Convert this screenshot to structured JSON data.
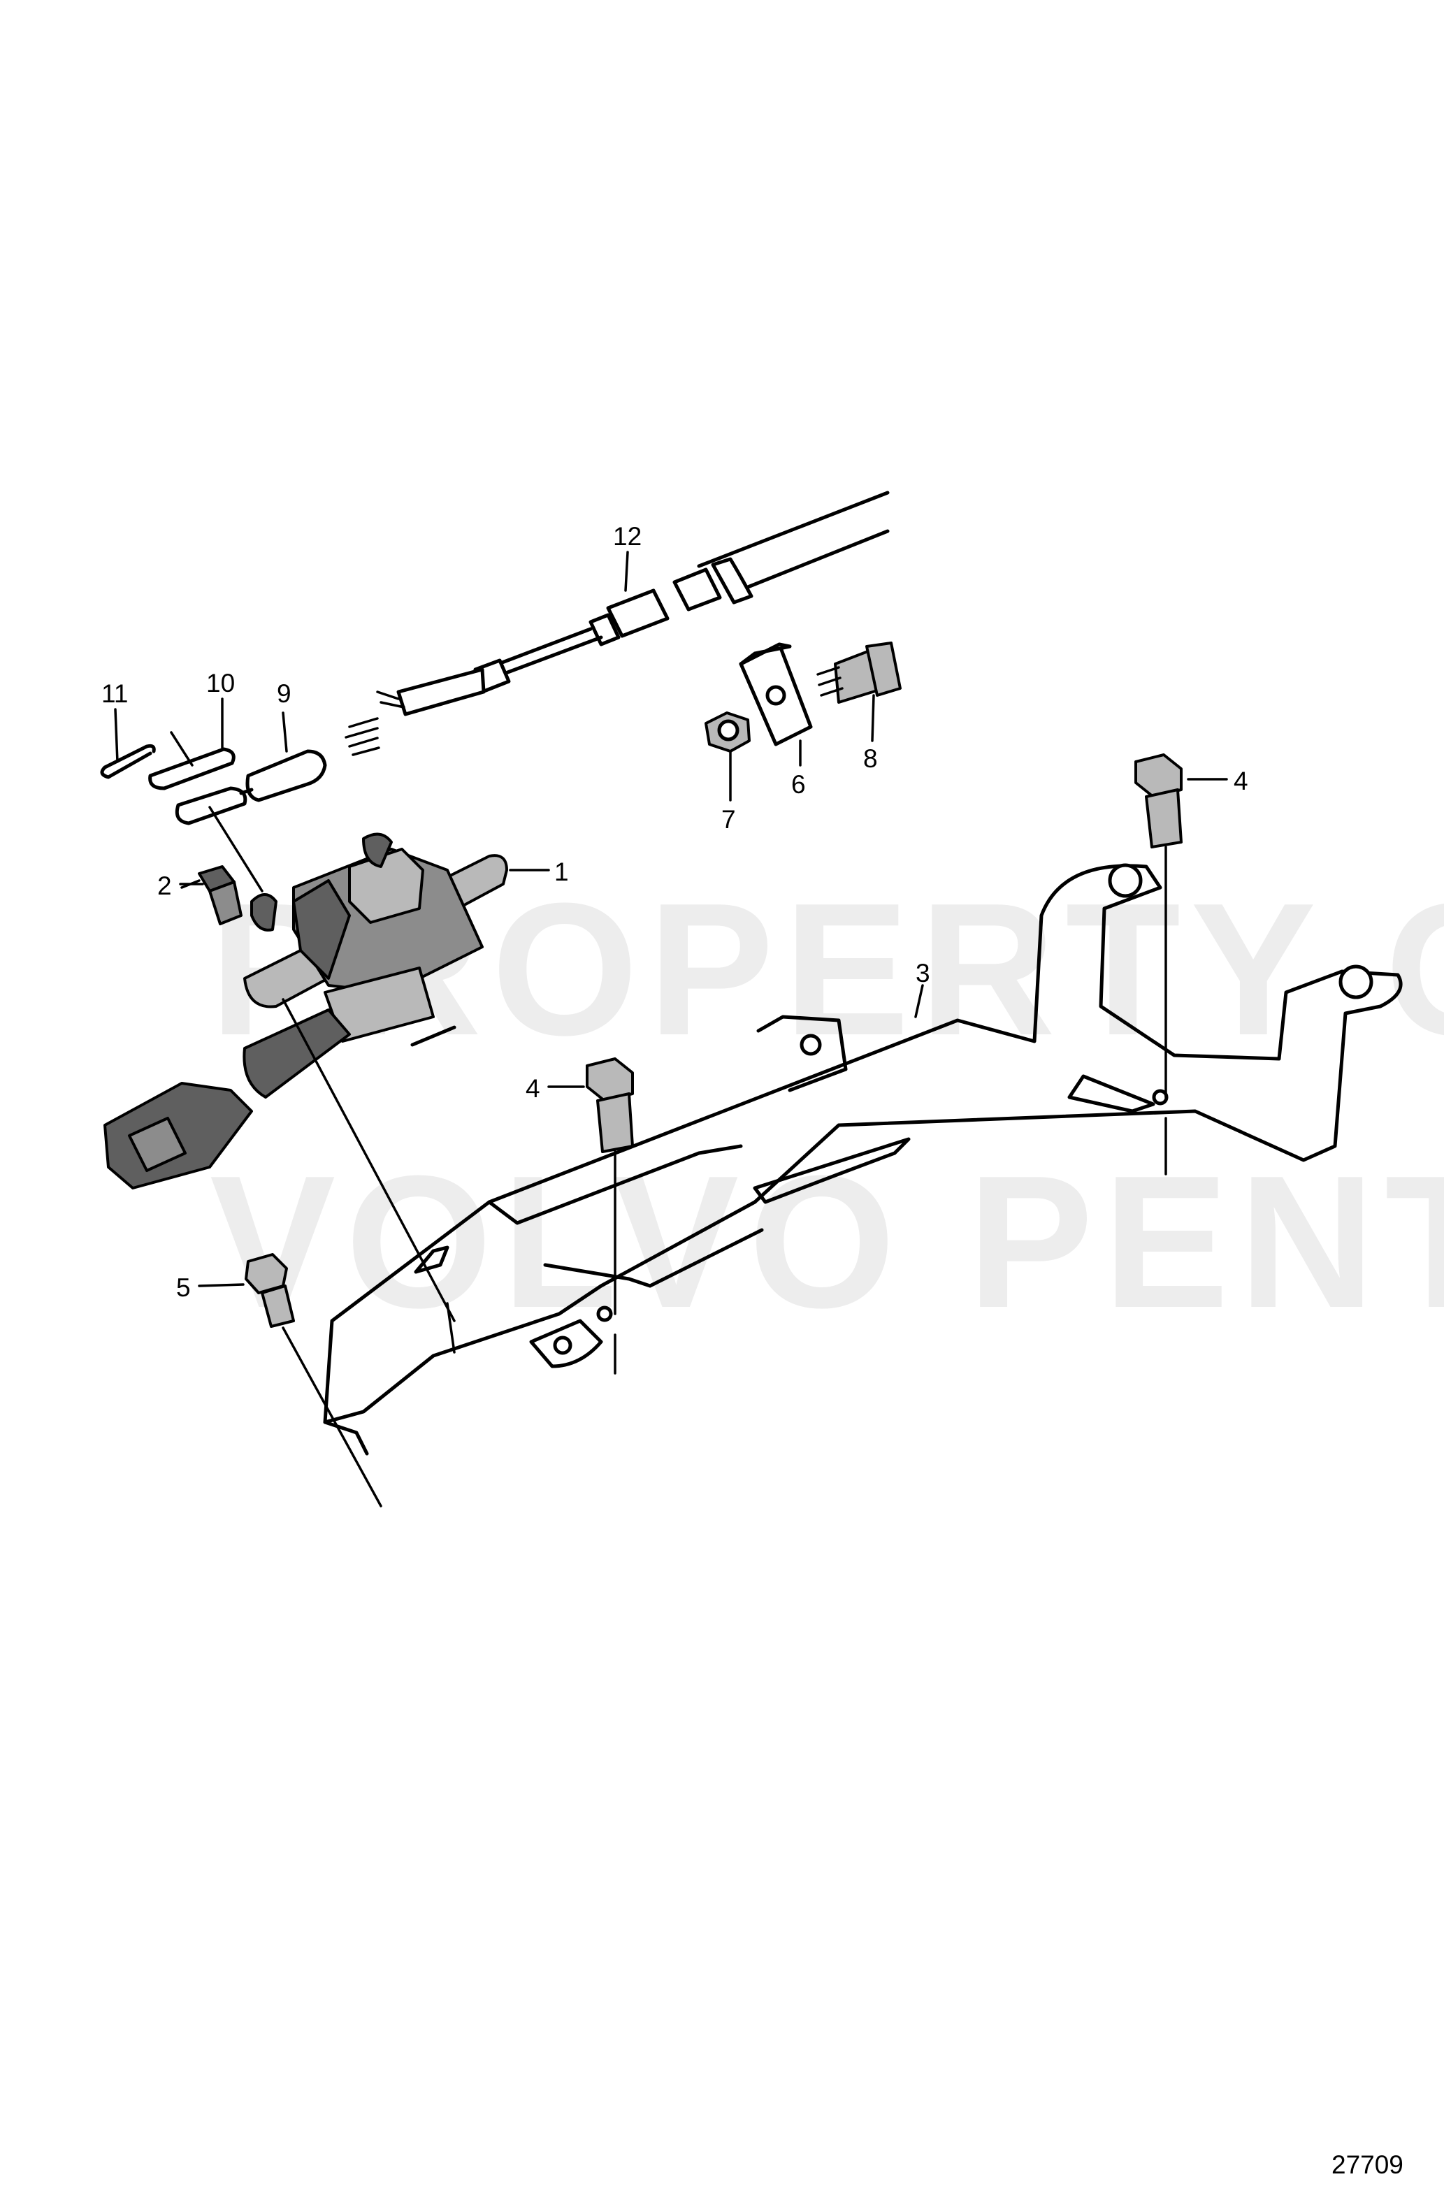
{
  "watermark": {
    "line1": "PROPERTY OF",
    "line2": "VOLVO PENTA"
  },
  "callouts": {
    "c1": "1",
    "c2": "2",
    "c3": "3",
    "c4a": "4",
    "c4b": "4",
    "c5": "5",
    "c6": "6",
    "c7": "7",
    "c8": "8",
    "c9": "9",
    "c10": "10",
    "c11": "11",
    "c12": "12"
  },
  "reference_number": "27709"
}
